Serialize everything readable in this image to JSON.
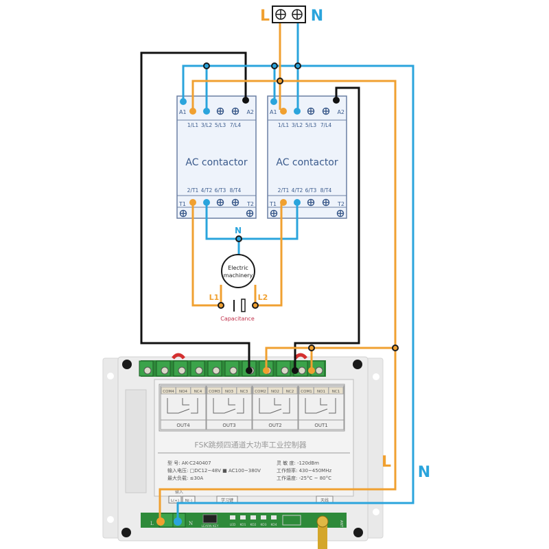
{
  "power_source": {
    "label_l": "L",
    "label_n": "N"
  },
  "colors": {
    "live": "#f0a030",
    "neutral": "#2aa4dc",
    "control": "#111111",
    "contactor_text": "#3a5a8c",
    "capacitor_label": "#c0304a",
    "terminal_green": "#2e8a3a"
  },
  "contactors": [
    {
      "title": "AC contactor",
      "top_left": "A1",
      "top_right": "A2",
      "top_terminals": [
        "1/L1",
        "3/L2",
        "5/L3",
        "7/L4"
      ],
      "bottom_terminals": [
        "2/T1",
        "4/T2",
        "6/T3",
        "8/T4"
      ],
      "bottom_left": "T1",
      "bottom_right": "T2"
    },
    {
      "title": "AC contactor",
      "top_left": "A1",
      "top_right": "A2",
      "top_terminals": [
        "1/L1",
        "3/L2",
        "5/L3",
        "7/L4"
      ],
      "bottom_terminals": [
        "2/T1",
        "4/T2",
        "6/T3",
        "8/T4"
      ],
      "bottom_left": "T1",
      "bottom_right": "T2"
    }
  ],
  "motor": {
    "label_line1": "Electric",
    "label_line2": "machinery",
    "neutral_label": "N",
    "l1_label": "L1",
    "l2_label": "L2",
    "capacitor_label": "Capacitance"
  },
  "controller": {
    "relay_headers": [
      [
        "COM4",
        "NO4",
        "NC4"
      ],
      [
        "COM3",
        "NO3",
        "NC3"
      ],
      [
        "COM2",
        "NO2",
        "NC2"
      ],
      [
        "COM1",
        "NO1",
        "NC1"
      ]
    ],
    "outputs": [
      "OUT4",
      "OUT3",
      "OUT2",
      "OUT1"
    ],
    "product_title": "FSK跳频四通道大功率工业控制器",
    "specs_left": [
      "型    号: AK-C240407",
      "输入电压: □DC12~48V ■ AC100~380V",
      "最大负载: ≤30A"
    ],
    "specs_right": [
      "灵 敏 度: -120dBm",
      "工作频率: 430~450MHz",
      "工作温度: -25°C ~ 80°C"
    ],
    "input_label": "输入",
    "input_boxes": [
      "L(+)",
      "N(-)"
    ],
    "learn_button": "学习键",
    "antenna_box": "天线",
    "bottom_labels": {
      "l": "L",
      "n": "N",
      "learn_key": "LEARN  KEY",
      "leds": [
        "LED",
        "KO1",
        "KO2",
        "KO3",
        "KO4"
      ],
      "ant": "ANT"
    }
  },
  "side_labels": {
    "l": "L",
    "n": "N"
  }
}
